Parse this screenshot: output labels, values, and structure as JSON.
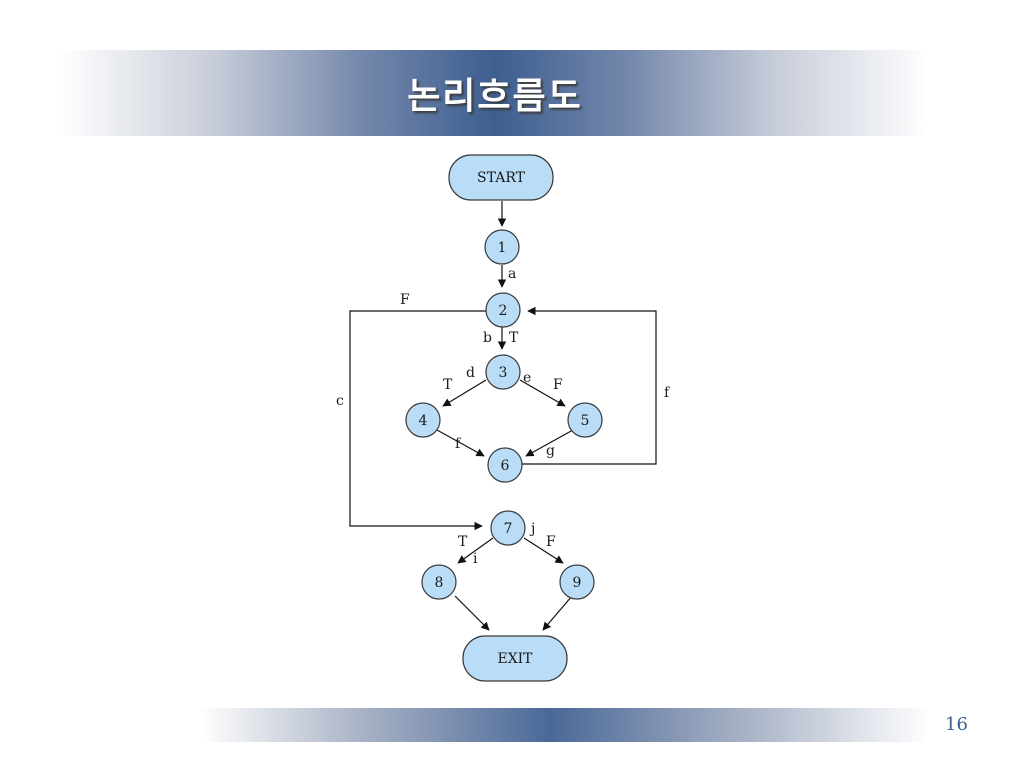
{
  "slide": {
    "title": "논리흐름도",
    "page_number": "16"
  },
  "diagram": {
    "nodes": [
      {
        "id": "start",
        "label": "START"
      },
      {
        "id": "n1",
        "label": "1"
      },
      {
        "id": "n2",
        "label": "2"
      },
      {
        "id": "n3",
        "label": "3"
      },
      {
        "id": "n4",
        "label": "4"
      },
      {
        "id": "n5",
        "label": "5"
      },
      {
        "id": "n6",
        "label": "6"
      },
      {
        "id": "n7",
        "label": "7"
      },
      {
        "id": "n8",
        "label": "8"
      },
      {
        "id": "n9",
        "label": "9"
      },
      {
        "id": "exit",
        "label": "EXIT"
      }
    ],
    "labels": {
      "a": "a",
      "b": "b",
      "c": "c",
      "d": "d",
      "e": "e",
      "f1": "f",
      "f2": "f",
      "g": "g",
      "i": "i",
      "j": "j",
      "T1": "T",
      "T2": "T",
      "T3": "T",
      "F1": "F",
      "F2": "F",
      "F3": "F"
    }
  },
  "colors": {
    "node_fill": "#b9dcf7",
    "band_dark": "#3d5e8f"
  }
}
